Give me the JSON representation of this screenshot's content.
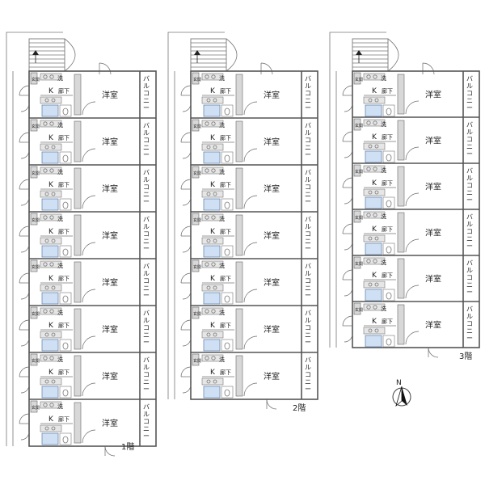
{
  "labels": {
    "room": "洋室",
    "balcony": "バルコニー",
    "kitchen": "K",
    "corridor": "廊下",
    "entrance": "玄関",
    "laundry": "洗"
  },
  "floors": [
    {
      "label": "1階",
      "units": 8
    },
    {
      "label": "2階",
      "units": 7
    },
    {
      "label": "3階",
      "units": 6
    }
  ],
  "compass": {
    "label": "N"
  },
  "colors": {
    "wall": "#555555",
    "bath": "#cfe0f4",
    "hatch": "#d8d8d8"
  }
}
